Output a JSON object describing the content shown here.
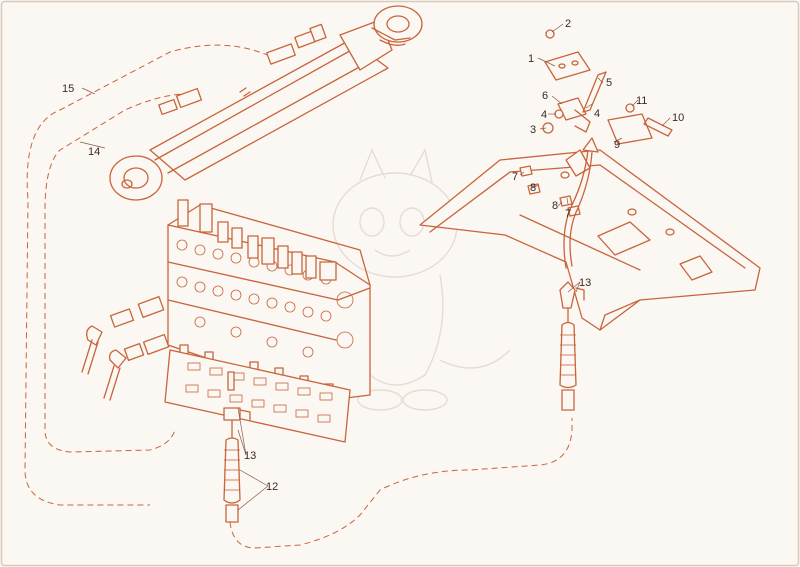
{
  "callouts": [
    {
      "id": "c1",
      "label": "1"
    },
    {
      "id": "c2",
      "label": "2"
    },
    {
      "id": "c3",
      "label": "3"
    },
    {
      "id": "c4a",
      "label": "4"
    },
    {
      "id": "c4b",
      "label": "4"
    },
    {
      "id": "c5",
      "label": "5"
    },
    {
      "id": "c6",
      "label": "6"
    },
    {
      "id": "c7a",
      "label": "7"
    },
    {
      "id": "c7b",
      "label": "7"
    },
    {
      "id": "c8a",
      "label": "8"
    },
    {
      "id": "c8b",
      "label": "8"
    },
    {
      "id": "c9",
      "label": "9"
    },
    {
      "id": "c10",
      "label": "10"
    },
    {
      "id": "c11",
      "label": "11"
    },
    {
      "id": "c12",
      "label": "12"
    },
    {
      "id": "c13a",
      "label": "13"
    },
    {
      "id": "c13b",
      "label": "13"
    },
    {
      "id": "c14",
      "label": "14"
    },
    {
      "id": "c15",
      "label": "15"
    }
  ],
  "colors": {
    "line": "#c8643a",
    "background": "#fbf7f3",
    "frame": "#d9c9bc",
    "watermark": "#e6dcd3"
  }
}
